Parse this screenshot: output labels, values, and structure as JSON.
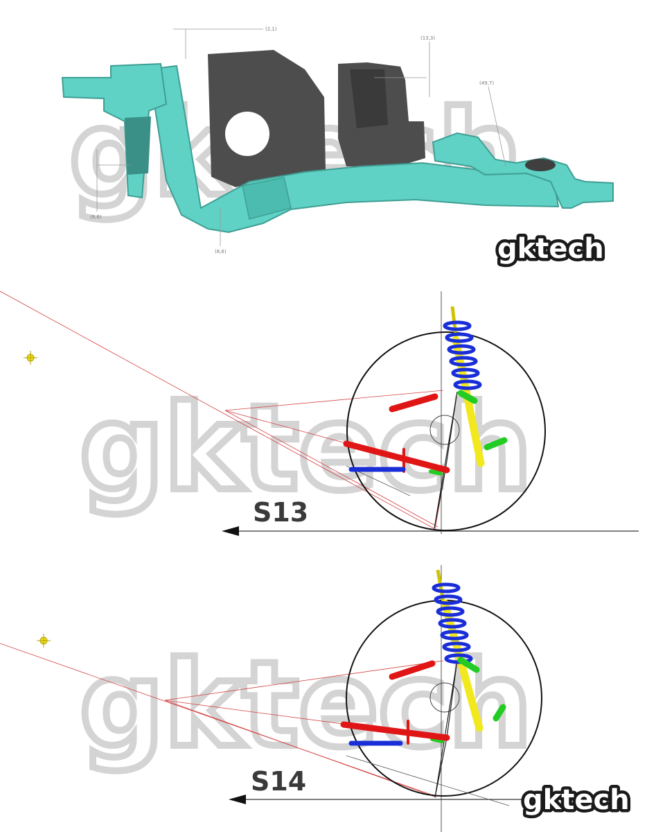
{
  "brand": {
    "logo_text": "gktech",
    "watermark_text": "gktech"
  },
  "crossmember_scan": {
    "dimensions": [
      "(2,1)",
      "(13,3)",
      "(49,7)",
      "(8,6)",
      "(8,6)"
    ],
    "colors": {
      "scan": "#5fd1c5",
      "scan_dark": "#3f9e93",
      "bracket": "#4a4a4a"
    }
  },
  "geometry_views": [
    {
      "label": "S13"
    },
    {
      "label": "S14"
    }
  ],
  "colors": {
    "construction_line": "#d44040",
    "upper_arm": "#e01515",
    "lower_arm": "#e01515",
    "toe_link": "#1a2ed8",
    "spring": "#1a2ed8",
    "damper": "#f2e81e",
    "bushing": "#22cc22",
    "marker": "#f0e020"
  }
}
